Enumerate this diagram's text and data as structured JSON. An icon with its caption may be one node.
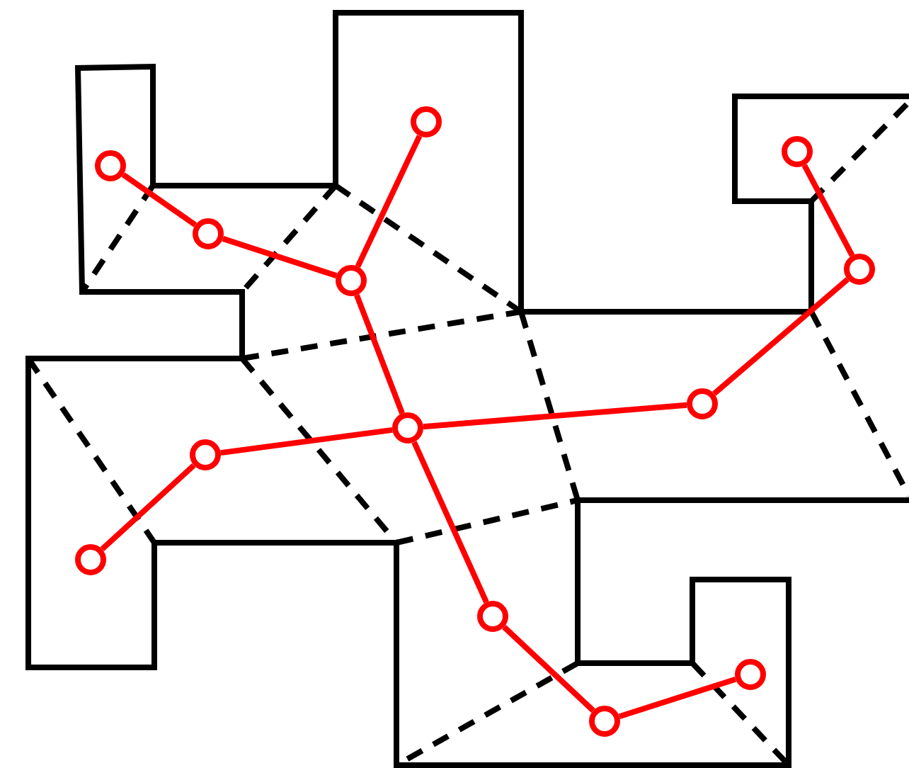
{
  "diagram": {
    "nodes": [
      {
        "text": [],
        "shape": "circle"
      },
      {
        "text": [],
        "shape": "circle"
      },
      {
        "text": [],
        "shape": "circle"
      },
      {
        "text": [],
        "shape": "circle"
      },
      {
        "text": [],
        "shape": "circle"
      },
      {
        "text": [],
        "shape": "circle"
      },
      {
        "text": [],
        "shape": "circle"
      },
      {
        "text": [],
        "shape": "circle"
      },
      {
        "text": [],
        "shape": "circle"
      },
      {
        "text": [],
        "shape": "circle"
      },
      {
        "text": [],
        "shape": "circle"
      },
      {
        "text": [],
        "shape": "circle"
      },
      {
        "text": [],
        "shape": "circle"
      }
    ],
    "edges": [
      {
        "from": 0,
        "to": 1,
        "arrow": "none"
      },
      {
        "from": 1,
        "to": 3,
        "arrow": "none"
      },
      {
        "from": 2,
        "to": 3,
        "arrow": "none"
      },
      {
        "from": 3,
        "to": 7,
        "arrow": "none"
      },
      {
        "from": 7,
        "to": 6,
        "arrow": "none"
      },
      {
        "from": 6,
        "to": 9,
        "arrow": "none"
      },
      {
        "from": 7,
        "to": 8,
        "arrow": "none"
      },
      {
        "from": 8,
        "to": 5,
        "arrow": "none"
      },
      {
        "from": 5,
        "to": 4,
        "arrow": "none"
      },
      {
        "from": 7,
        "to": 10,
        "arrow": "none"
      },
      {
        "from": 10,
        "to": 11,
        "arrow": "none"
      },
      {
        "from": 11,
        "to": 12,
        "arrow": "none"
      }
    ]
  }
}
